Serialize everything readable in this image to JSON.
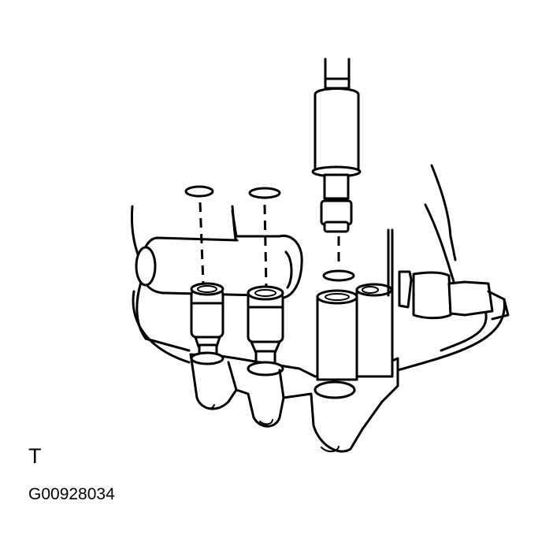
{
  "figure": {
    "view_label": "T",
    "figure_code": "G00928034",
    "description": "Transmission valve body solenoid installation: two solenoids with O-rings, a third solenoid being installed with special tool, O-rings shown with dashed alignment lines",
    "parts": {
      "o_rings": 3,
      "solenoids": 3,
      "tool": "installer tool (top center)"
    },
    "colors": {
      "line": "#000000",
      "background": "#ffffff"
    }
  }
}
